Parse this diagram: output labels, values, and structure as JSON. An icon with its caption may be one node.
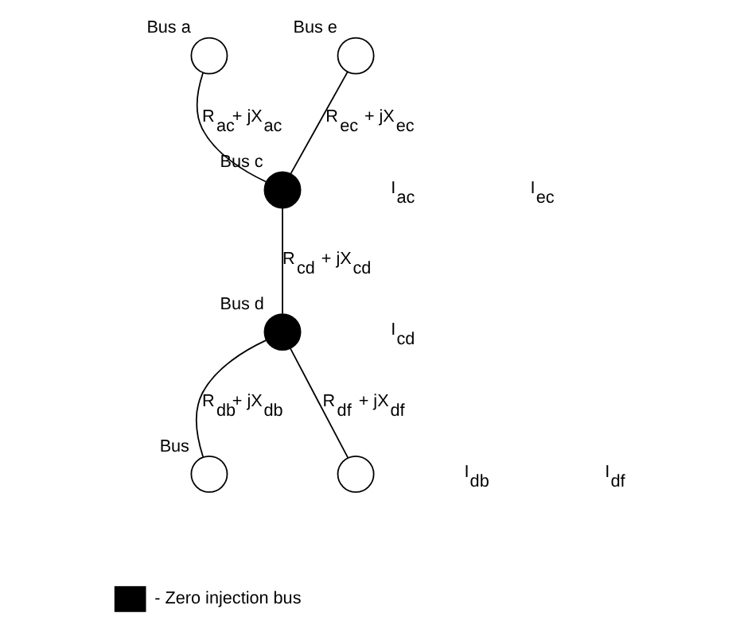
{
  "diagram": {
    "nodes": [
      {
        "text": [],
        "shape": "circle",
        "beside": [
          "Bus a"
        ]
      },
      {
        "text": [],
        "shape": "circle",
        "beside": [
          "Bus e"
        ]
      },
      {
        "text": [],
        "shape": "circle",
        "beside": [
          "Bus c"
        ]
      },
      {
        "text": [],
        "shape": "circle",
        "beside": [
          "Bus d"
        ]
      },
      {
        "text": [],
        "shape": "circle",
        "beside": [
          "Bus"
        ]
      },
      {
        "text": [],
        "shape": "circle"
      }
    ],
    "edges": [
      {
        "from": 0,
        "to": 2,
        "arrow": "none",
        "label": "R$_{ac}$+ jX$_{ac}$"
      },
      {
        "from": 1,
        "to": 2,
        "arrow": "none",
        "label": "R$_{ec}$ + jX$_{ec}$"
      },
      {
        "from": 2,
        "to": 3,
        "arrow": "none",
        "label": "R$_{cd}$ + jX$_{cd}$"
      },
      {
        "from": 3,
        "to": 4,
        "arrow": "none",
        "label": "R$_{db}$+ jX$_{db}$"
      },
      {
        "from": 3,
        "to": 5,
        "arrow": "none",
        "label": "R$_{df}$ + jX$_{df}$"
      }
    ],
    "labels": [
      "I$_{ac}$",
      "I$_{ec}$",
      "I$_{cd}$",
      "I$_{db}$",
      "I$_{df}$"
    ],
    "legend": [
      {
        "text": "- Zero injection bus",
        "color": "#000000"
      }
    ]
  }
}
